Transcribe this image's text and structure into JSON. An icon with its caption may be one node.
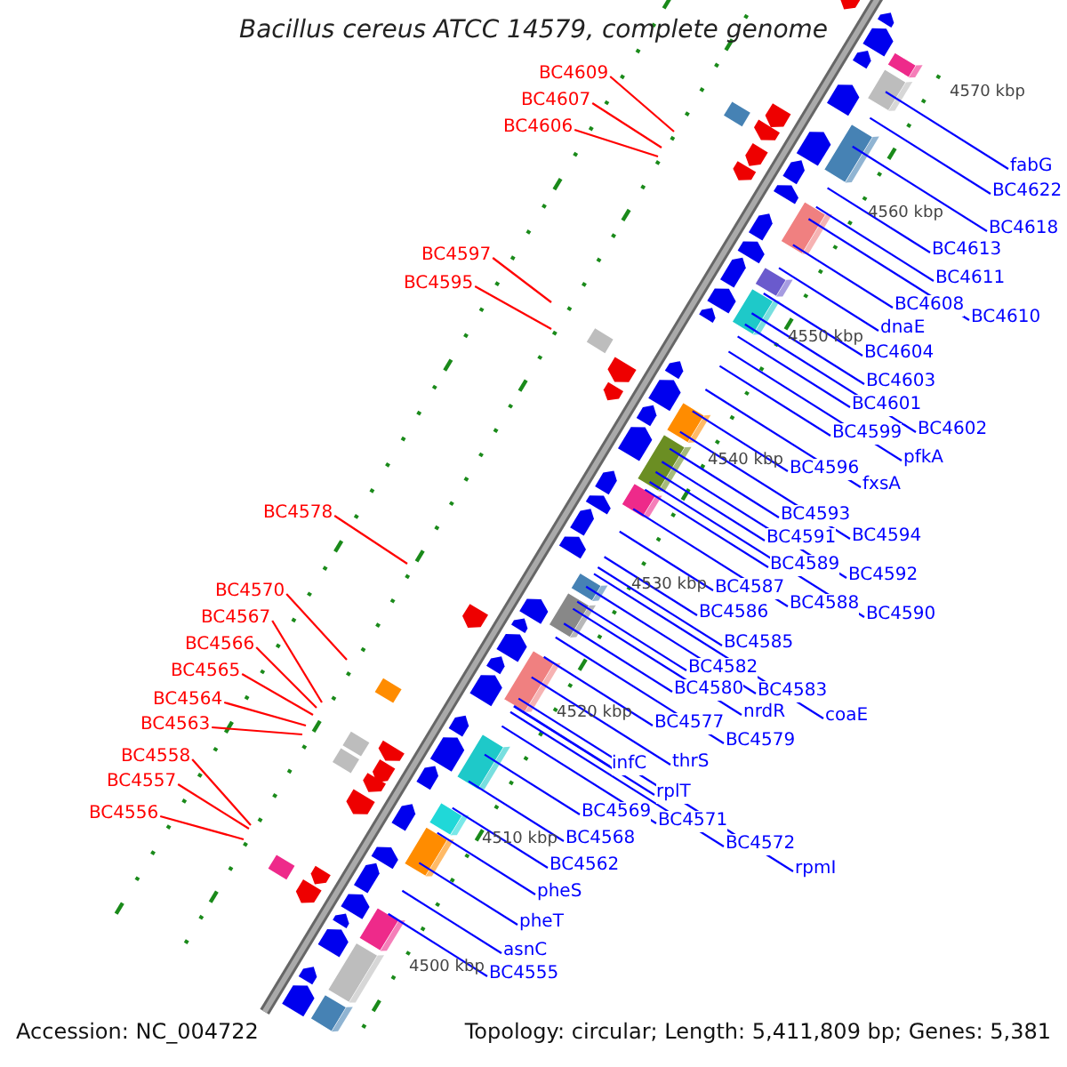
{
  "diagram": {
    "title": "Bacillus cereus ATCC 14579, complete genome",
    "nodes": [
      {
        "text": [
          "BC4609"
        ]
      },
      {
        "text": [
          "BC4607"
        ]
      },
      {
        "text": [
          "BC4606"
        ]
      },
      {
        "text": [
          "fabG"
        ]
      },
      {
        "text": [
          "BC4622"
        ]
      },
      {
        "text": [
          "BC4618"
        ]
      },
      {
        "text": [
          "BC4613"
        ]
      },
      {
        "text": [
          "BC4597"
        ]
      },
      {
        "text": [
          "BC4611"
        ]
      },
      {
        "text": [
          "BC4595"
        ]
      },
      {
        "text": [
          "BC4608"
        ]
      },
      {
        "text": [
          "BC4610"
        ]
      },
      {
        "text": [
          "dnaE"
        ]
      },
      {
        "text": [
          "BC4604"
        ]
      },
      {
        "text": [
          "BC4603"
        ]
      },
      {
        "text": [
          "BC4601"
        ]
      },
      {
        "text": [
          "BC4602"
        ]
      },
      {
        "text": [
          "BC4599"
        ]
      },
      {
        "text": [
          "pfkA"
        ]
      },
      {
        "text": [
          "BC4596"
        ]
      },
      {
        "text": [
          "fxsA"
        ]
      },
      {
        "text": [
          "BC4578"
        ]
      },
      {
        "text": [
          "BC4593"
        ]
      },
      {
        "text": [
          "BC4594"
        ]
      },
      {
        "text": [
          "BC4591"
        ]
      },
      {
        "text": [
          "BC4589"
        ]
      },
      {
        "text": [
          "BC4592"
        ]
      },
      {
        "text": [
          "BC4587"
        ]
      },
      {
        "text": [
          "BC4570"
        ]
      },
      {
        "text": [
          "BC4588"
        ]
      },
      {
        "text": [
          "BC4586"
        ]
      },
      {
        "text": [
          "BC4590"
        ]
      },
      {
        "text": [
          "BC4567"
        ]
      },
      {
        "text": [
          "BC4585"
        ]
      },
      {
        "text": [
          "BC4566"
        ]
      },
      {
        "text": [
          "BC4582"
        ]
      },
      {
        "text": [
          "BC4565"
        ]
      },
      {
        "text": [
          "BC4580"
        ]
      },
      {
        "text": [
          "BC4583"
        ]
      },
      {
        "text": [
          "BC4564"
        ]
      },
      {
        "text": [
          "nrdR"
        ]
      },
      {
        "text": [
          "coaE"
        ]
      },
      {
        "text": [
          "BC4577"
        ]
      },
      {
        "text": [
          "BC4563"
        ]
      },
      {
        "text": [
          "BC4579"
        ]
      },
      {
        "text": [
          "thrS"
        ]
      },
      {
        "text": [
          "infC"
        ]
      },
      {
        "text": [
          "BC4558"
        ]
      },
      {
        "text": [
          "BC4557"
        ]
      },
      {
        "text": [
          "rplT"
        ]
      },
      {
        "text": [
          "BC4569"
        ]
      },
      {
        "text": [
          "BC4556"
        ]
      },
      {
        "text": [
          "BC4571"
        ]
      },
      {
        "text": [
          "BC4568"
        ]
      },
      {
        "text": [
          "BC4572"
        ]
      },
      {
        "text": [
          "BC4562"
        ]
      },
      {
        "text": [
          "rpmI"
        ]
      },
      {
        "text": [
          "pheS"
        ]
      },
      {
        "text": [
          "pheT"
        ]
      },
      {
        "text": [
          "asnC"
        ]
      },
      {
        "text": [
          "BC4555"
        ]
      }
    ],
    "edges": [
      {
        "from": 0,
        "to": null,
        "arrow": "none",
        "color": "#ff0000"
      },
      {
        "from": 1,
        "to": null,
        "arrow": "none",
        "color": "#ff0000"
      },
      {
        "from": 2,
        "to": null,
        "arrow": "none",
        "color": "#ff0000"
      },
      {
        "from": 3,
        "to": null,
        "arrow": "none"
      },
      {
        "from": 4,
        "to": null,
        "arrow": "none"
      },
      {
        "from": 5,
        "to": null,
        "arrow": "none"
      },
      {
        "from": 6,
        "to": null,
        "arrow": "none"
      },
      {
        "from": 7,
        "to": null,
        "arrow": "none",
        "color": "#ff0000"
      },
      {
        "from": 8,
        "to": null,
        "arrow": "none"
      },
      {
        "from": 9,
        "to": null,
        "arrow": "none",
        "color": "#ff0000"
      },
      {
        "from": 10,
        "to": null,
        "arrow": "none"
      },
      {
        "from": 11,
        "to": null,
        "arrow": "none"
      },
      {
        "from": 12,
        "to": null,
        "arrow": "none"
      },
      {
        "from": 13,
        "to": null,
        "arrow": "none"
      },
      {
        "from": 14,
        "to": null,
        "arrow": "none"
      },
      {
        "from": 15,
        "to": null,
        "arrow": "none"
      },
      {
        "from": 16,
        "to": null,
        "arrow": "none"
      },
      {
        "from": 17,
        "to": null,
        "arrow": "none"
      },
      {
        "from": 18,
        "to": null,
        "arrow": "none"
      },
      {
        "from": 19,
        "to": null,
        "arrow": "none"
      },
      {
        "from": 20,
        "to": null,
        "arrow": "none"
      },
      {
        "from": 21,
        "to": null,
        "arrow": "none",
        "color": "#ff0000"
      },
      {
        "from": 22,
        "to": null,
        "arrow": "none"
      },
      {
        "from": 23,
        "to": null,
        "arrow": "none"
      },
      {
        "from": 24,
        "to": null,
        "arrow": "none"
      },
      {
        "from": 25,
        "to": null,
        "arrow": "none"
      },
      {
        "from": 26,
        "to": null,
        "arrow": "none"
      },
      {
        "from": 27,
        "to": null,
        "arrow": "none"
      },
      {
        "from": 28,
        "to": null,
        "arrow": "none",
        "color": "#ff0000"
      },
      {
        "from": 29,
        "to": null,
        "arrow": "none"
      },
      {
        "from": 30,
        "to": null,
        "arrow": "none"
      },
      {
        "from": 31,
        "to": null,
        "arrow": "none"
      },
      {
        "from": 32,
        "to": null,
        "arrow": "none",
        "color": "#ff0000"
      },
      {
        "from": 33,
        "to": null,
        "arrow": "none"
      },
      {
        "from": 34,
        "to": null,
        "arrow": "none",
        "color": "#ff0000"
      },
      {
        "from": 35,
        "to": null,
        "arrow": "none"
      },
      {
        "from": 36,
        "to": null,
        "arrow": "none",
        "color": "#ff0000"
      },
      {
        "from": 37,
        "to": null,
        "arrow": "none"
      },
      {
        "from": 38,
        "to": null,
        "arrow": "none"
      },
      {
        "from": 39,
        "to": null,
        "arrow": "none",
        "color": "#ff0000"
      },
      {
        "from": 40,
        "to": null,
        "arrow": "none"
      },
      {
        "from": 41,
        "to": null,
        "arrow": "none"
      },
      {
        "from": 42,
        "to": null,
        "arrow": "none"
      },
      {
        "from": 43,
        "to": null,
        "arrow": "none",
        "color": "#ff0000"
      },
      {
        "from": 44,
        "to": null,
        "arrow": "none"
      },
      {
        "from": 45,
        "to": null,
        "arrow": "none"
      },
      {
        "from": 46,
        "to": null,
        "arrow": "none"
      },
      {
        "from": 47,
        "to": null,
        "arrow": "none",
        "color": "#ff0000"
      },
      {
        "from": 48,
        "to": null,
        "arrow": "none",
        "color": "#ff0000"
      },
      {
        "from": 49,
        "to": null,
        "arrow": "none"
      },
      {
        "from": 50,
        "to": null,
        "arrow": "none"
      },
      {
        "from": 51,
        "to": null,
        "arrow": "none",
        "color": "#ff0000"
      },
      {
        "from": 52,
        "to": null,
        "arrow": "none"
      },
      {
        "from": 53,
        "to": null,
        "arrow": "none"
      },
      {
        "from": 54,
        "to": null,
        "arrow": "none"
      },
      {
        "from": 55,
        "to": null,
        "arrow": "none"
      },
      {
        "from": 56,
        "to": null,
        "arrow": "none"
      },
      {
        "from": 57,
        "to": null,
        "arrow": "none"
      },
      {
        "from": 58,
        "to": null,
        "arrow": "none"
      },
      {
        "from": 59,
        "to": null,
        "arrow": "none"
      },
      {
        "from": 60,
        "to": null,
        "arrow": "none"
      }
    ],
    "labels": [
      "4570 kbp",
      "4560 kbp",
      "4550 kbp",
      "4540 kbp",
      "4530 kbp",
      "4520 kbp",
      "4510 kbp",
      "4500 kbp",
      "Accession: NC_004722",
      "Topology: circular; Length: 5,411,809 bp; Genes: 5,381"
    ]
  }
}
